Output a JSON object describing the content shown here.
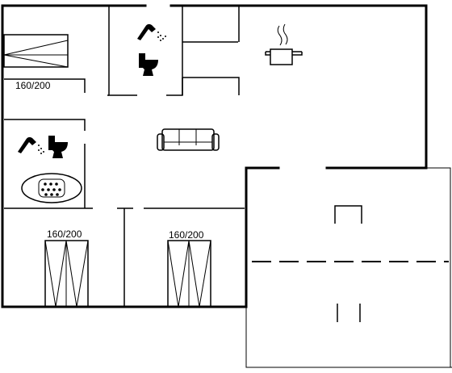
{
  "rooms": {
    "bedroom_1": {
      "bed_label": "160/200"
    },
    "bedroom_2": {
      "bed_label": "160/200"
    },
    "bedroom_3": {
      "bed_label": "160/200"
    }
  },
  "icons": {
    "shower_1": "shower-icon",
    "toilet_1": "toilet-icon",
    "shower_2": "shower-icon",
    "toilet_2": "toilet-icon",
    "bathtub": "bathtub-icon",
    "cooking_pot": "cooking-pot-icon",
    "sofa": "sofa-icon"
  },
  "colors": {
    "line": "#000000",
    "background": "#ffffff"
  }
}
